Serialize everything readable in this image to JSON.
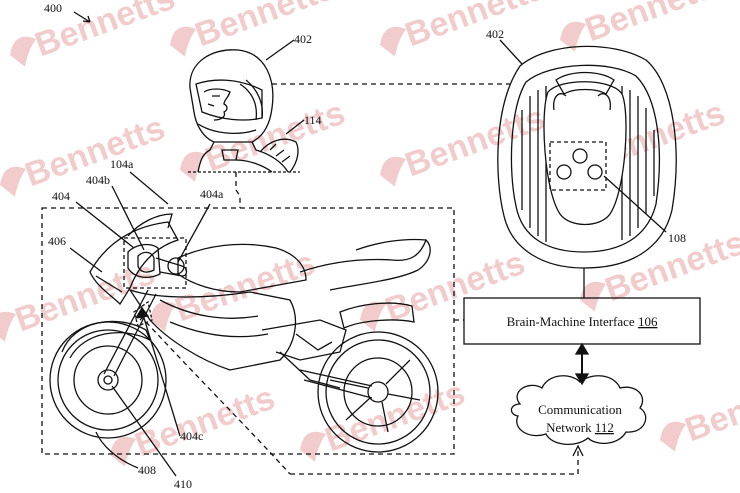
{
  "figure": {
    "number": "400",
    "watermark": "Bennetts"
  },
  "labels": {
    "helmet_rider": "402",
    "helmet_inside": "402",
    "rider": "114",
    "bmi_system": "108",
    "rect_104a": "104a",
    "l404b": "404b",
    "l404a": "404a",
    "l404": "404",
    "l406": "406",
    "l404c": "404c",
    "l408": "408",
    "l410": "410"
  },
  "bmi_box": {
    "text": "Brain-Machine Interface",
    "ref": "106"
  },
  "network_cloud": {
    "line1": "Communication",
    "line2_text": "Network",
    "ref": "112"
  },
  "colors": {
    "line": "#111111",
    "watermark": "#e8a3a3"
  }
}
